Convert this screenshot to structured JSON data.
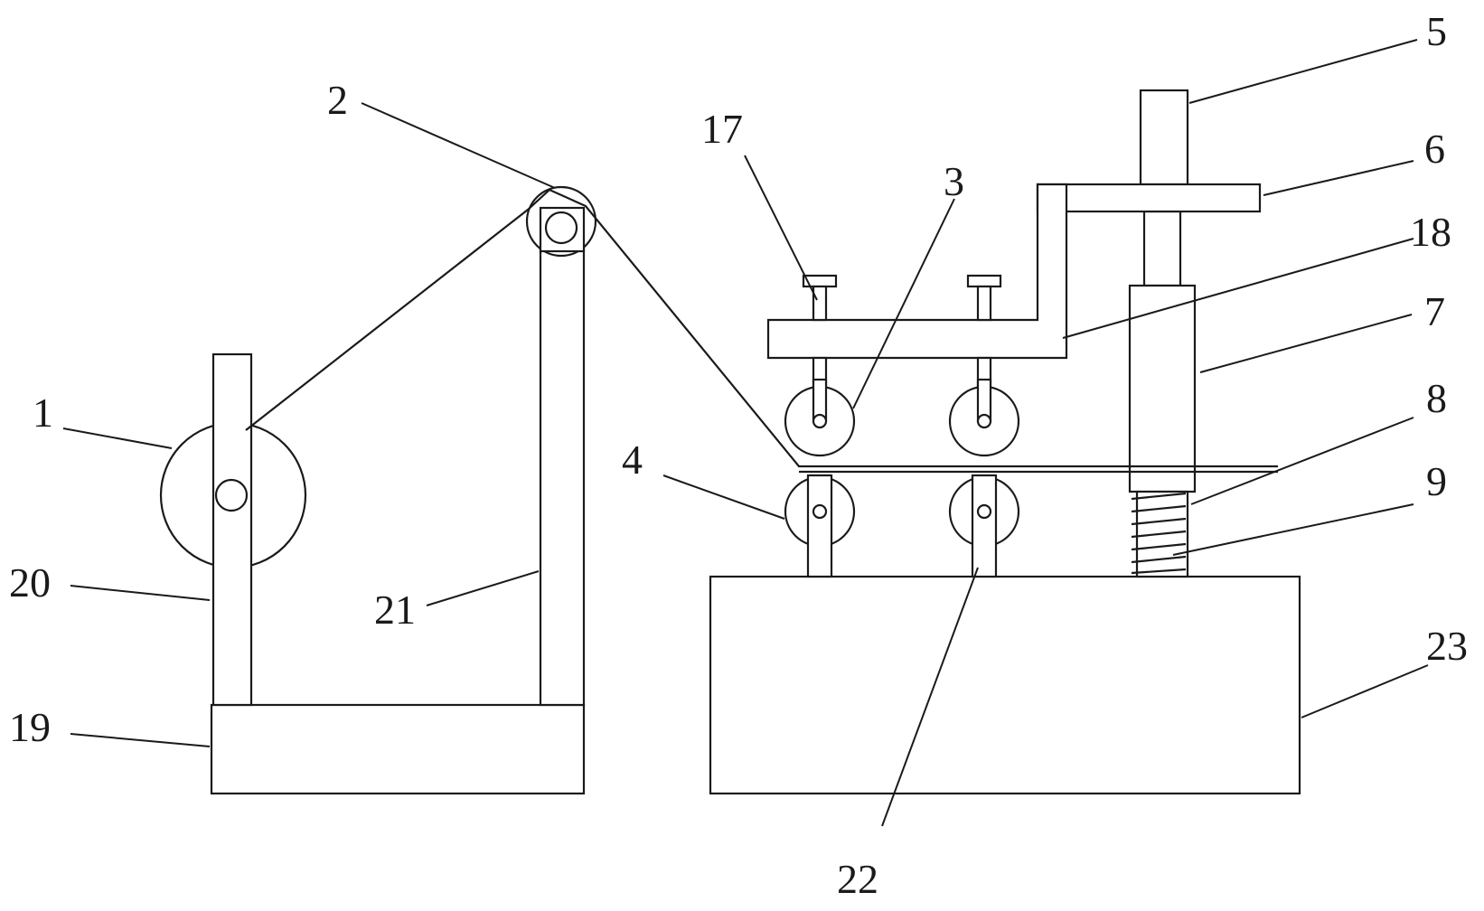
{
  "labels": {
    "l1": "1",
    "l2": "2",
    "l3": "3",
    "l4": "4",
    "l5": "5",
    "l6": "6",
    "l7": "7",
    "l8": "8",
    "l9": "9",
    "l17": "17",
    "l18": "18",
    "l19": "19",
    "l20": "20",
    "l21": "21",
    "l22": "22",
    "l23": "23"
  }
}
